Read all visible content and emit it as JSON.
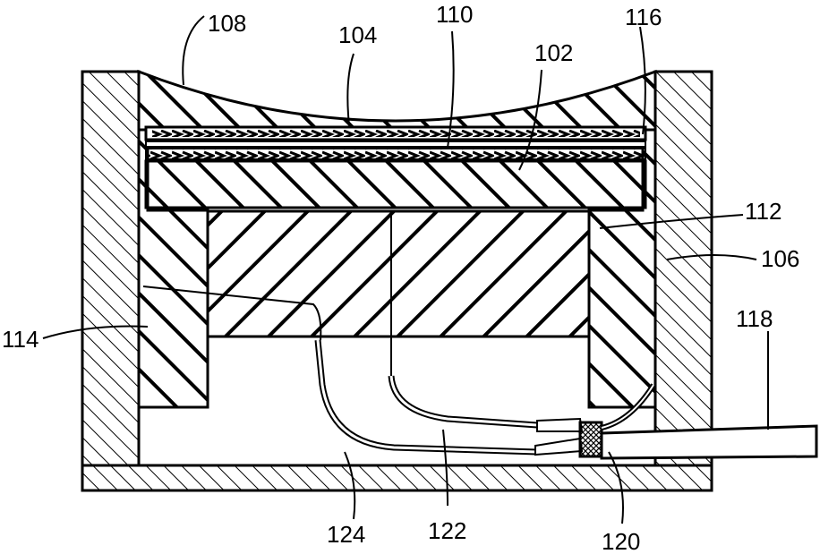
{
  "labels": {
    "l108": "108",
    "l104": "104",
    "l110": "110",
    "l116": "116",
    "l102": "102",
    "l112": "112",
    "l106": "106",
    "l114": "114",
    "l118": "118",
    "l124": "124",
    "l122": "122",
    "l120": "120"
  }
}
